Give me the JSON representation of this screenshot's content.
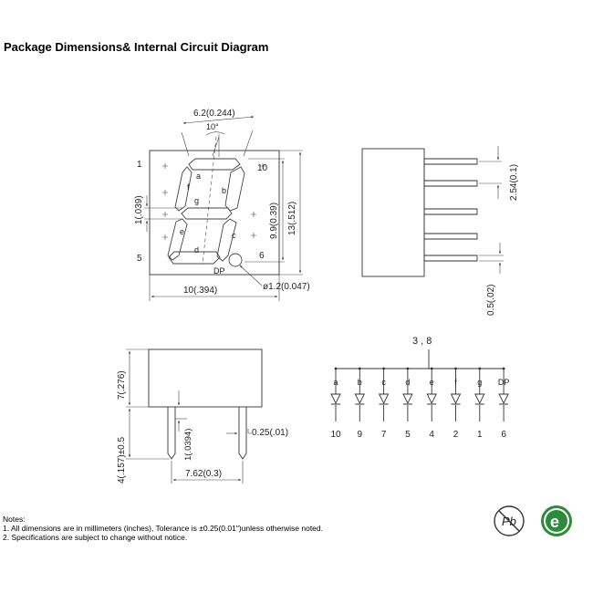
{
  "title": "Package Dimensions& Internal Circuit Diagram",
  "front_view": {
    "pin_labels": {
      "p1": "1",
      "p5": "5",
      "p10": "10",
      "p6": "6"
    },
    "segment_labels": {
      "a": "a",
      "b": "b",
      "c": "c",
      "d": "d",
      "e": "e",
      "f": "f",
      "g": "g",
      "dp": "DP"
    },
    "dims": {
      "width_top": "6.2(0.244)",
      "slant": "10°",
      "height_digit": "9.9(0.39)",
      "height_body": "13(.512)",
      "width_body": "10(.394)",
      "seg_width": "1(.039)",
      "dp_dia": "ø1.2(0.047)"
    }
  },
  "side_view": {
    "dims": {
      "pitch": "2.54(0.1)",
      "pin_thick": "0.5(.02)"
    }
  },
  "bottom_view": {
    "dims": {
      "height": "7(.276)",
      "pin_len": "4(.157)±0.5",
      "standoff": "1(.0394)",
      "pin_size": "0.25(.01)",
      "row_spacing": "7.62(0.3)"
    }
  },
  "circuit": {
    "common_pins": "3 , 8",
    "segments": [
      "a",
      "b",
      "c",
      "d",
      "e",
      "f",
      "g",
      "DP"
    ],
    "pins": [
      "10",
      "9",
      "7",
      "5",
      "4",
      "2",
      "1",
      "6"
    ]
  },
  "notes": {
    "heading": "Notes:",
    "line1": "1. All dimensions are in millimeters (inches), Tolerance is ±0.25(0.01\")unless otherwise noted.",
    "line2": "2. Specifications are subject to change without notice."
  },
  "logos": {
    "pb_free": "Pb",
    "rohs": "e"
  }
}
